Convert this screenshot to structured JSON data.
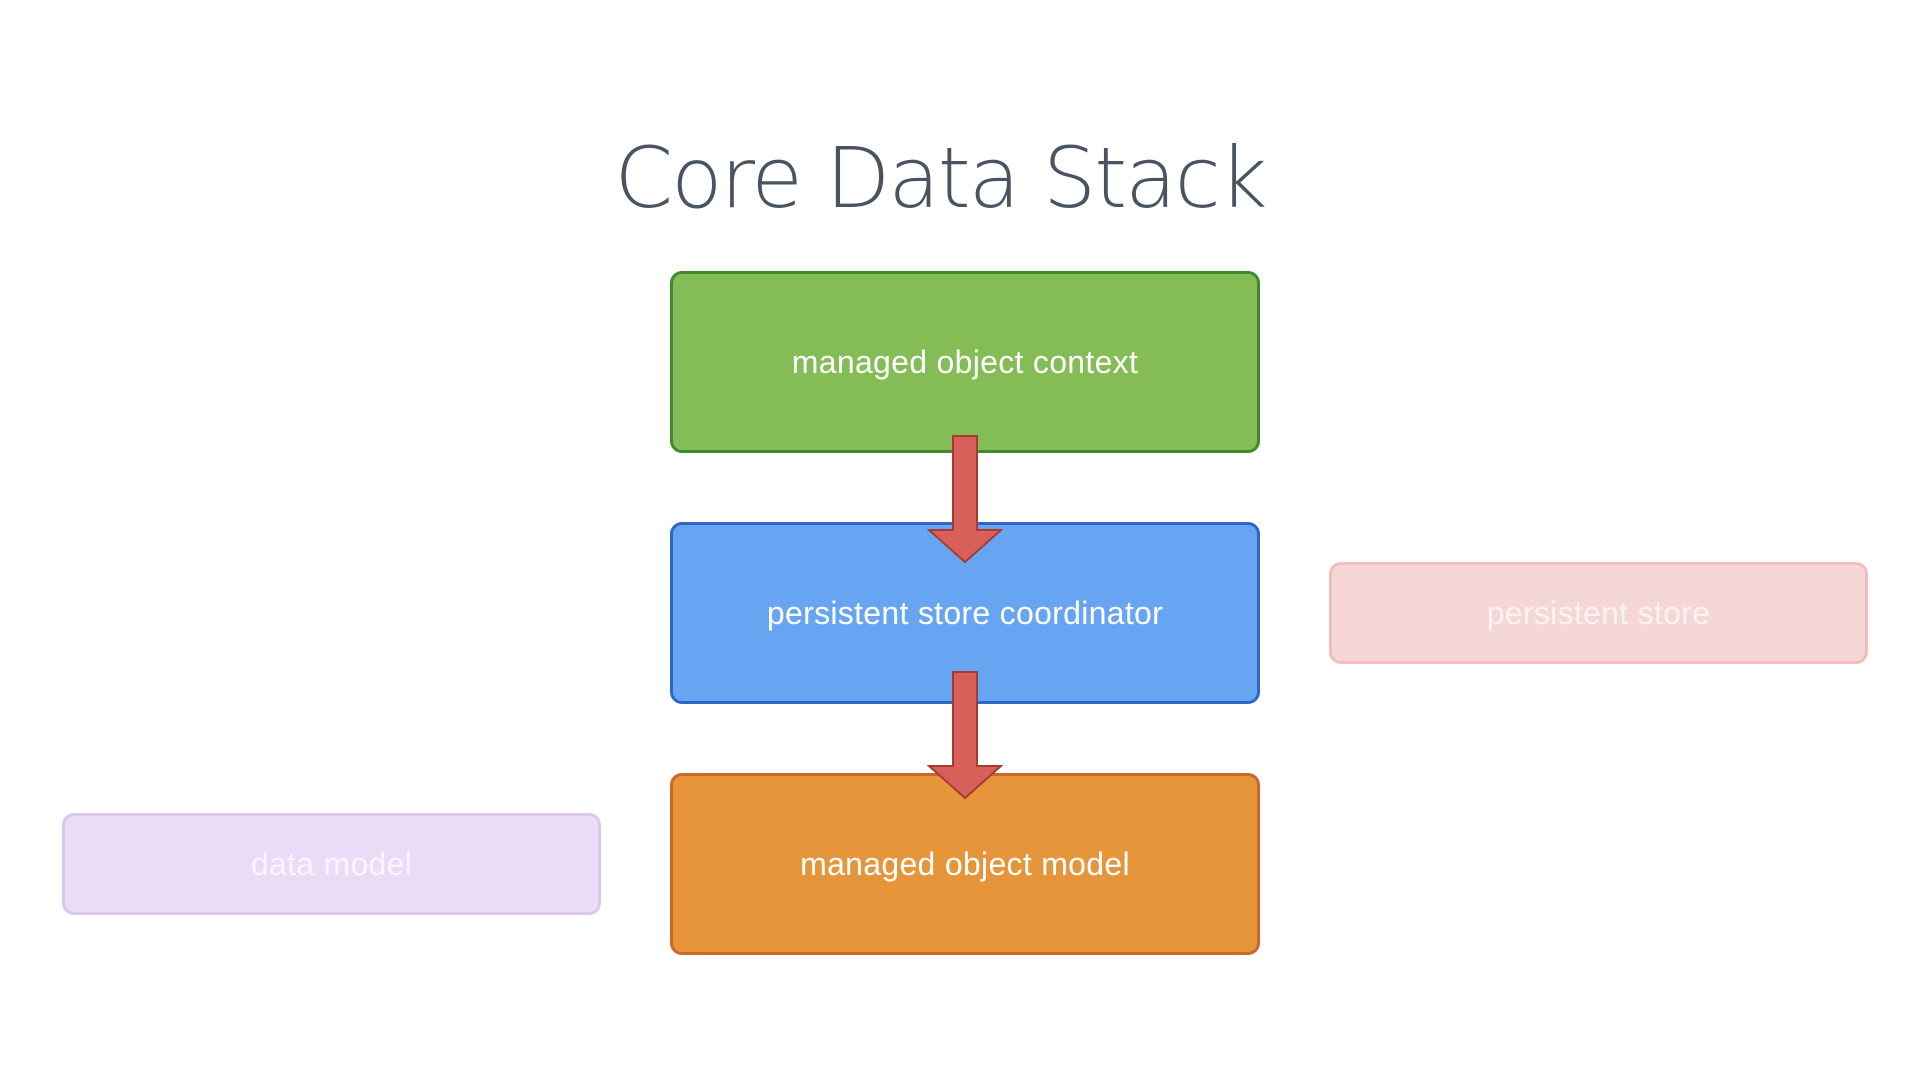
{
  "slide": {
    "title": "Core Data Stack"
  },
  "nodes": {
    "managed_object_context": {
      "label": "managed object context",
      "fill": "#84bd56",
      "border": "#3f8a2e"
    },
    "persistent_store_coordinator": {
      "label": "persistent store coordinator",
      "fill": "#67a5f3",
      "border": "#2d66c4"
    },
    "managed_object_model": {
      "label": "managed object model",
      "fill": "#e6953b",
      "border": "#c9682a"
    },
    "persistent_store": {
      "label": "persistent store",
      "fill": "#f5d7d6",
      "border": "#efbfbd",
      "text_color": "#fdf2f2"
    },
    "data_model": {
      "label": "data model",
      "fill": "#eadcf6",
      "border": "#dcc8ee",
      "text_color": "#f9f4fd"
    }
  },
  "edges": [
    {
      "from": "managed_object_context",
      "to": "persistent_store_coordinator",
      "fill": "#d9605a",
      "stroke": "#a83a34"
    },
    {
      "from": "persistent_store_coordinator",
      "to": "managed_object_model",
      "fill": "#d9605a",
      "stroke": "#a83a34"
    }
  ]
}
